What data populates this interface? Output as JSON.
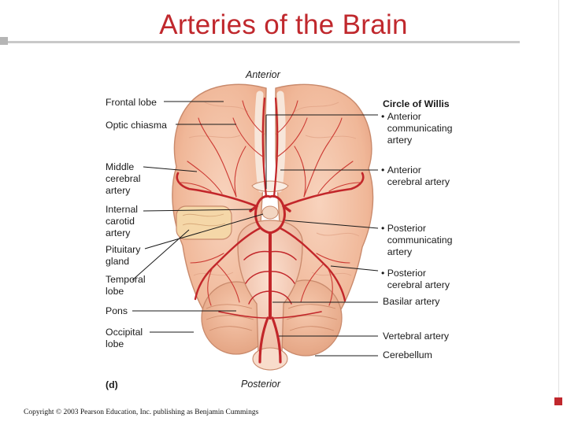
{
  "slide": {
    "title": "Arteries of the Brain",
    "copyright": "Copyright © 2003 Pearson Education, Inc. publishing as Benjamin Cummings",
    "accent_color": "#c0282d"
  },
  "figure": {
    "orientation_top": "Anterior",
    "orientation_bottom": "Posterior",
    "panel_label": "(d)",
    "left_labels": [
      "Frontal lobe",
      "Optic chiasma",
      "Middle\ncerebral\nartery",
      "Internal\ncarotid\nartery",
      "Pituitary\ngland",
      "Temporal\nlobe",
      "Pons",
      "Occipital\nlobe"
    ],
    "circle_heading": "Circle of Willis",
    "circle_items": [
      "Anterior\ncommunicating\nartery",
      "Anterior\ncerebral artery",
      "Posterior\ncommunicating\nartery",
      "Posterior\ncerebral artery"
    ],
    "right_labels": [
      "Basilar artery",
      "Vertebral artery",
      "Cerebellum"
    ]
  }
}
